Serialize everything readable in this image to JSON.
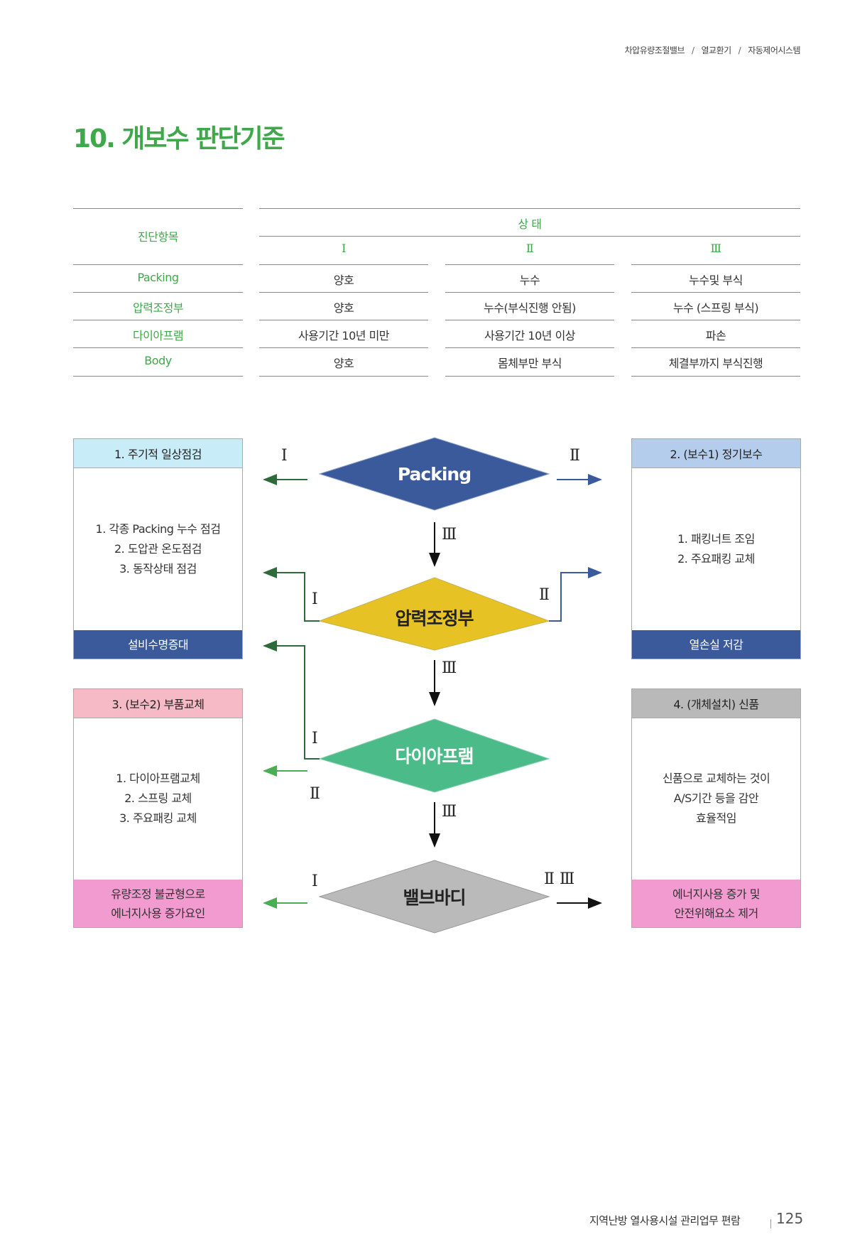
{
  "breadcrumb": [
    "차압유량조절밸브",
    "열교환기",
    "자동제어시스템"
  ],
  "breadcrumb_sep": "/",
  "title": "10. 개보수 판단기준",
  "table": {
    "col_header": "진단항목",
    "status_header": "상 태",
    "levels": [
      "Ⅰ",
      "Ⅱ",
      "Ⅲ"
    ],
    "rows": [
      {
        "item": "Packing",
        "values": [
          "양호",
          "누수",
          "누수및 부식"
        ]
      },
      {
        "item": "압력조정부",
        "values": [
          "양호",
          "누수(부식진행 안됨)",
          "누수 (스프링 부식)"
        ]
      },
      {
        "item": "다이아프램",
        "values": [
          "사용기간 10년 미만",
          "사용기간 10년 이상",
          "파손"
        ]
      },
      {
        "item": "Body",
        "values": [
          "양호",
          "몸체부만 부식",
          "체결부까지 부식진행"
        ]
      }
    ]
  },
  "boxes": [
    {
      "title": "1. 주기적 일상점검",
      "body": [
        "1. 각종 Packing 누수  점검",
        "2. 도압관 온도점검",
        "3. 동작상태 점검"
      ],
      "footer": [
        "설비수명증대"
      ],
      "head_color": "#c8ecf8",
      "foot_color": "#3a5a9c",
      "foot_text": "#ffffff"
    },
    {
      "title": "2. (보수1) 정기보수",
      "body": [
        "1. 패킹너트 조임",
        "2. 주요패킹 교체"
      ],
      "footer": [
        "열손실 저감"
      ],
      "head_color": "#b4cdec",
      "foot_color": "#3a5a9c",
      "foot_text": "#ffffff"
    },
    {
      "title": "3. (보수2) 부품교체",
      "body": [
        "1. 다이아프램교체",
        "2. 스프링 교체",
        "3. 주요패킹 교체"
      ],
      "footer": [
        "유량조정 불균형으로",
        "에너지사용 증가요인"
      ],
      "head_color": "#f6bac6",
      "foot_color": "#f19bd0",
      "foot_text": "#333333"
    },
    {
      "title": "4. (개체설치) 신품",
      "body": [
        "신품으로 교체하는 것이",
        "A/S기간 등을 감안",
        "효율적임"
      ],
      "footer": [
        "에너지사용 증가 및",
        "안전위해요소 제거"
      ],
      "head_color": "#b9b9b9",
      "foot_color": "#f19bd0",
      "foot_text": "#333333"
    }
  ],
  "diamonds": [
    {
      "label": "Packing",
      "color": "#3a5a9c",
      "text": "#ffffff"
    },
    {
      "label": "압력조정부",
      "color": "#e6c224",
      "text": "#222222"
    },
    {
      "label": "다이아프램",
      "color": "#4cbb8a",
      "text": "#ffffff"
    },
    {
      "label": "밸브바디",
      "color": "#bababa",
      "text": "#222222"
    }
  ],
  "flow_labels": {
    "I": "Ⅰ",
    "II": "Ⅱ",
    "III": "Ⅲ",
    "II_III": "Ⅱ Ⅲ"
  },
  "footer": {
    "text": "지역난방 열사용시설 관리업무 편람",
    "page": "125"
  }
}
